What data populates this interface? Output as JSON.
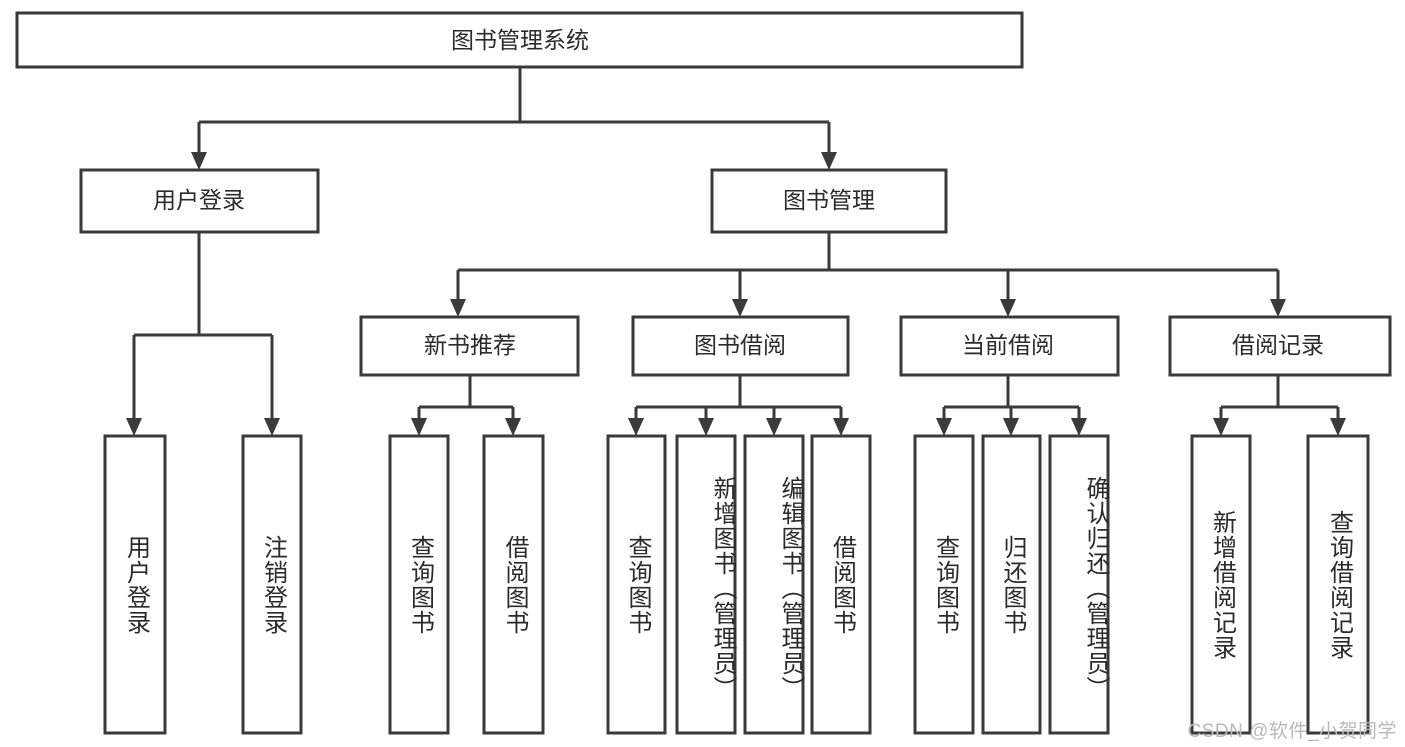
{
  "diagram": {
    "title": "图书管理系统",
    "type": "tree-hierarchy-diagram",
    "colors": {
      "stroke": "#3a3a3a",
      "box_fill": "#ffffff",
      "text": "#2b2b2b",
      "background": "#ffffff",
      "watermark": "#b9b9b9"
    },
    "root": {
      "label": "图书管理系统"
    },
    "level2": [
      {
        "label": "用户登录"
      },
      {
        "label": "图书管理"
      }
    ],
    "level3": [
      {
        "label": "新书推荐"
      },
      {
        "label": "图书借阅"
      },
      {
        "label": "当前借阅"
      },
      {
        "label": "借阅记录"
      }
    ],
    "leaves": {
      "user_login": [
        {
          "label": "用户登录"
        },
        {
          "label": "注销登录"
        }
      ],
      "new_book_recommend": [
        {
          "label": "查询图书"
        },
        {
          "label": "借阅图书"
        }
      ],
      "book_borrow": [
        {
          "label": "查询图书"
        },
        {
          "label": "新增图书（管理员）"
        },
        {
          "label": "编辑图书（管理员）"
        },
        {
          "label": "借阅图书"
        }
      ],
      "current_borrow": [
        {
          "label": "查询图书"
        },
        {
          "label": "归还图书"
        },
        {
          "label": "确认归还（管理员）"
        }
      ],
      "borrow_record": [
        {
          "label": "新增借阅记录"
        },
        {
          "label": "查询借阅记录"
        }
      ]
    }
  },
  "watermark": {
    "text": "CSDN @软件_小贺同学"
  }
}
